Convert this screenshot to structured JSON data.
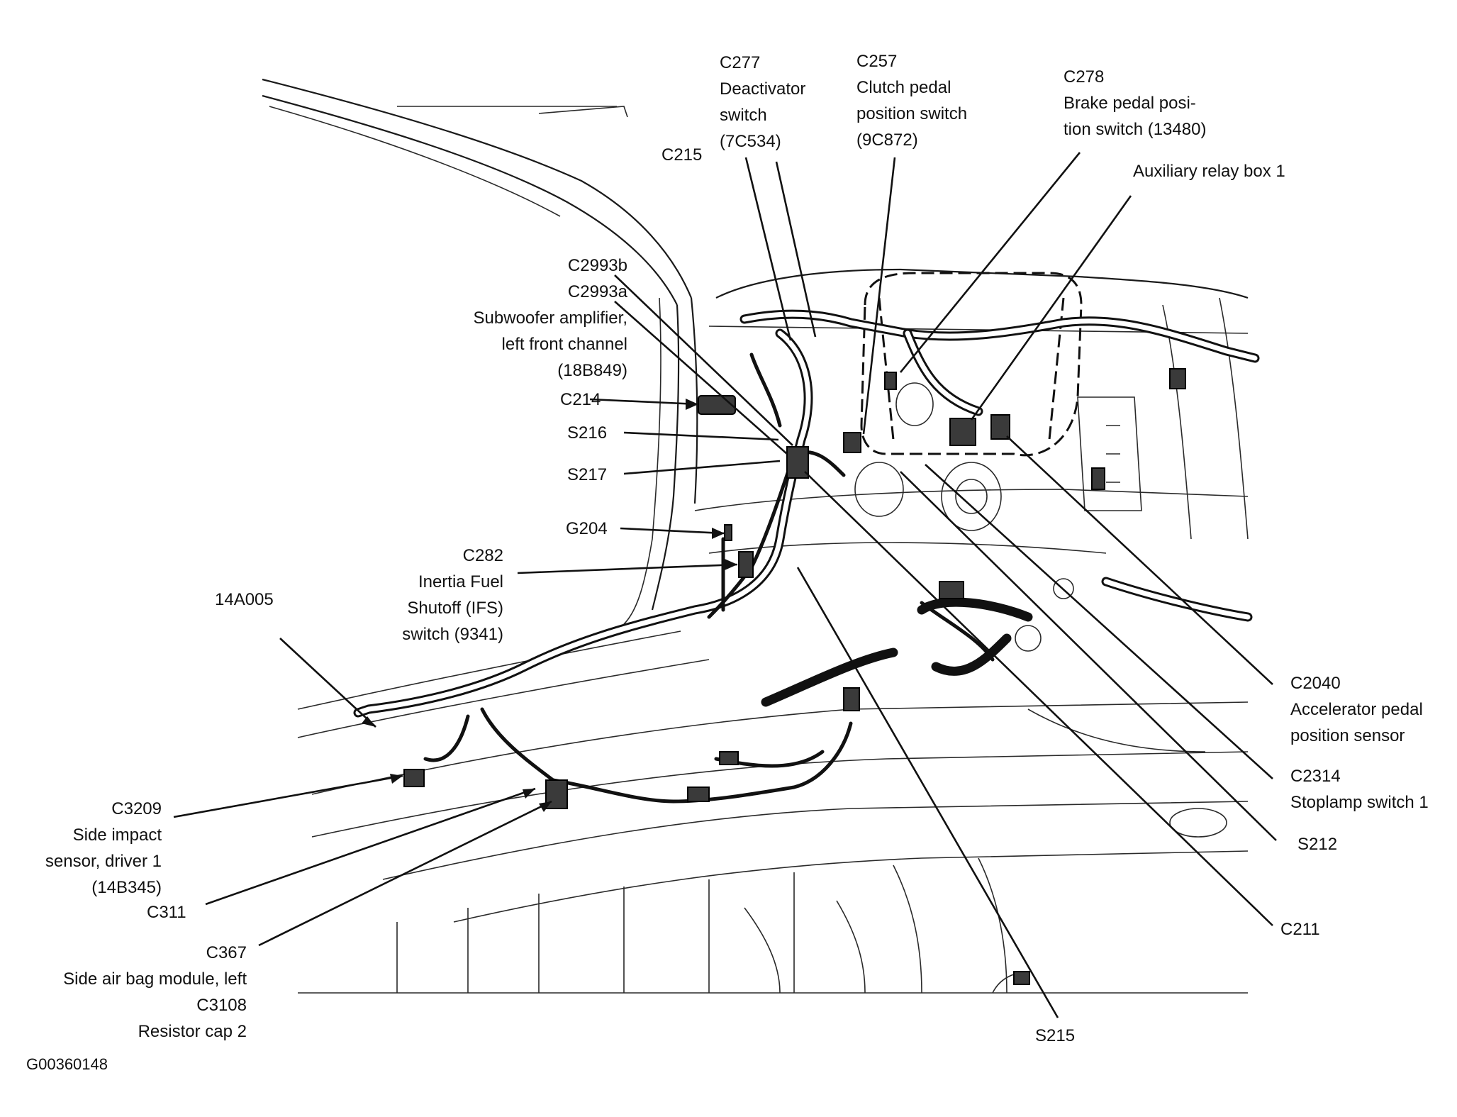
{
  "figure_id": "G00360148",
  "labels": {
    "c277": [
      "C277",
      "Deactivator",
      "switch",
      "(7C534)"
    ],
    "c257": [
      "C257",
      "Clutch pedal",
      "position switch",
      "(9C872)"
    ],
    "c278": [
      "C278",
      "Brake pedal posi-",
      "tion switch (13480)"
    ],
    "aux_relay": [
      "Auxiliary relay box 1"
    ],
    "c215": [
      "C215"
    ],
    "c2993": [
      "C2993b",
      "C2993a",
      "Subwoofer amplifier,",
      "left front channel",
      "(18B849)"
    ],
    "c214": [
      "C214"
    ],
    "s216": [
      "S216"
    ],
    "s217": [
      "S217"
    ],
    "g204": [
      "G204"
    ],
    "c282": [
      "C282",
      "Inertia Fuel",
      "Shutoff (IFS)",
      "switch (9341)"
    ],
    "h14a005": [
      "14A005"
    ],
    "c2040": [
      "C2040",
      "Accelerator pedal",
      "position sensor"
    ],
    "c2314": [
      "C2314",
      "Stoplamp switch 1"
    ],
    "s212": [
      "S212"
    ],
    "c211": [
      "C211"
    ],
    "s215": [
      "S215"
    ],
    "c3209": [
      "C3209",
      "Side impact",
      "sensor, driver 1",
      "(14B345)"
    ],
    "c311": [
      "C311"
    ],
    "c367": [
      "C367",
      "Side air bag module, left",
      "C3108",
      "Resistor cap 2"
    ]
  }
}
